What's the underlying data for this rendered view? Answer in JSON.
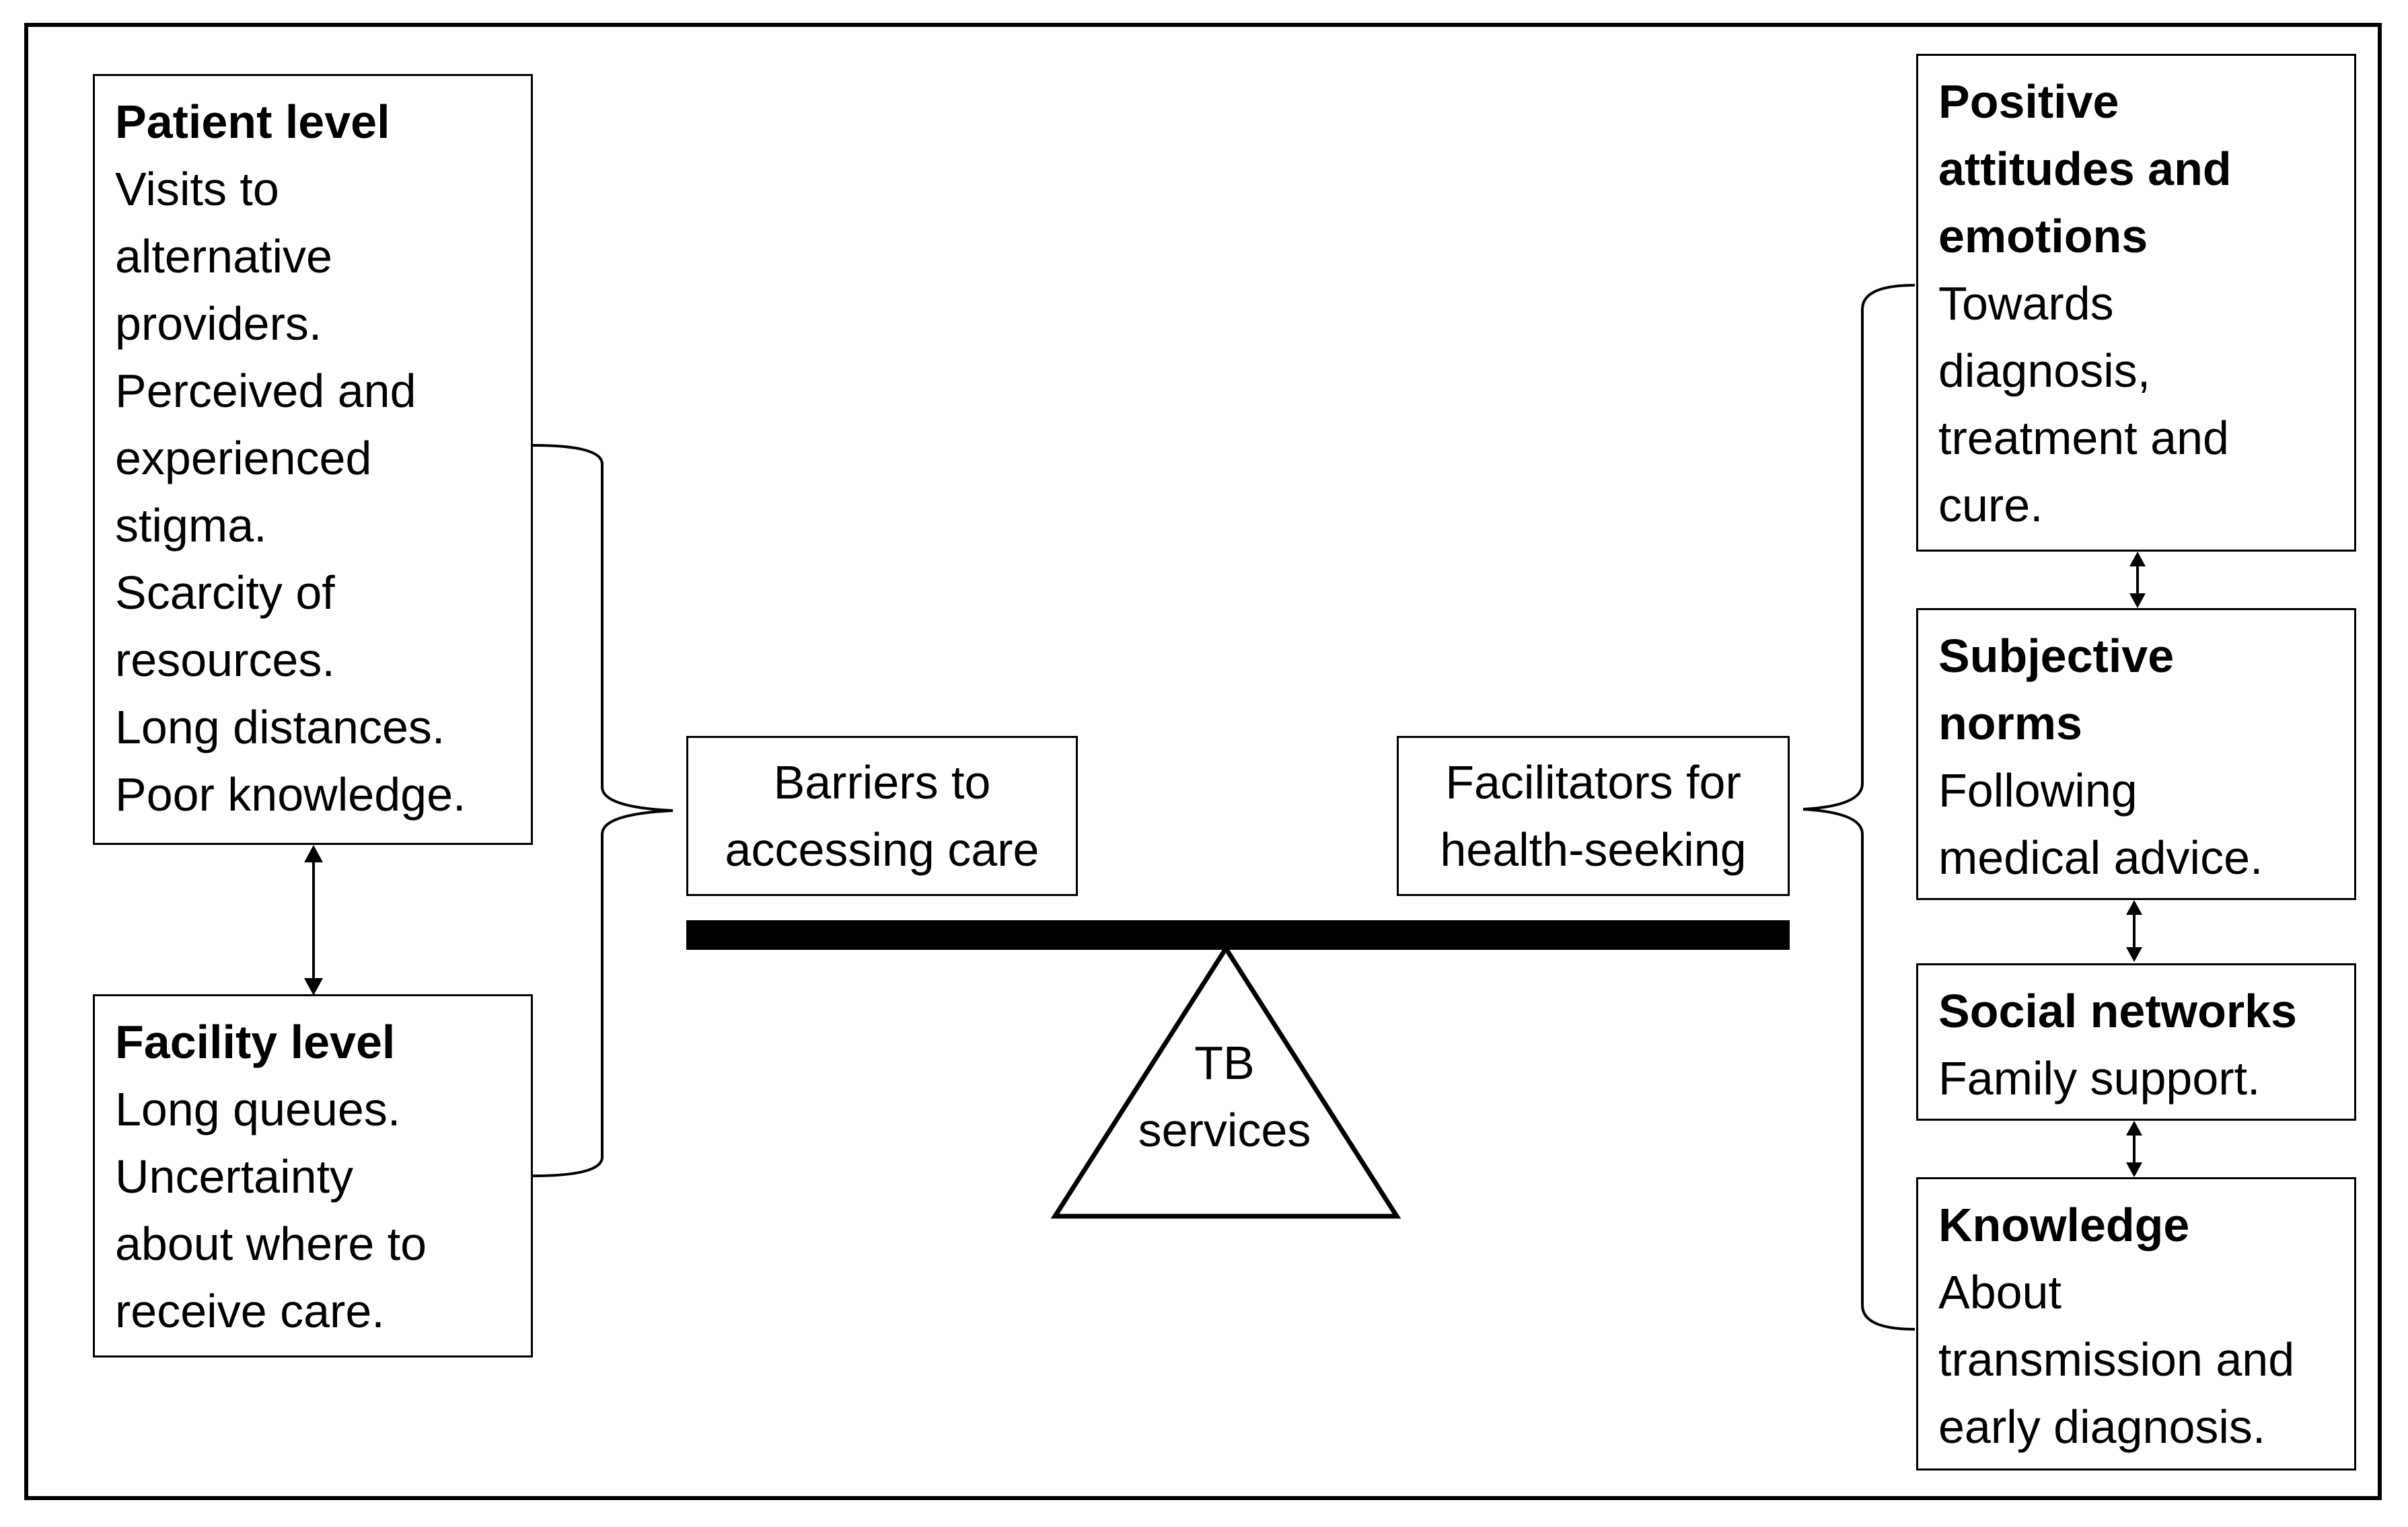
{
  "left_boxes": {
    "patient": {
      "title": "Patient level",
      "body": "Visits to\nalternative\nproviders.\nPerceived and\nexperienced\nstigma.\nScarcity of\nresources.\nLong distances.\nPoor knowledge."
    },
    "facility": {
      "title": "Facility level",
      "body": "Long queues.\nUncertainty\nabout where to\nreceive care."
    }
  },
  "center": {
    "barriers_label": "Barriers to\naccessing care",
    "facilitators_label": "Facilitators for\nhealth-seeking",
    "fulcrum_label": "TB\nservices"
  },
  "right_boxes": {
    "attitudes": {
      "title": "Positive\nattitudes and\nemotions",
      "body": "Towards\ndiagnosis,\ntreatment and\ncure."
    },
    "norms": {
      "title": "Subjective\nnorms",
      "body": "Following\nmedical advice."
    },
    "social": {
      "title": "Social networks",
      "body": "Family support."
    },
    "knowledge": {
      "title": "Knowledge",
      "body": "About\ntransmission and\nearly diagnosis."
    }
  }
}
